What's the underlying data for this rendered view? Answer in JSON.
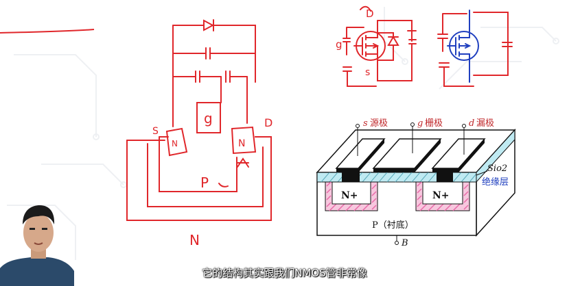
{
  "colors": {
    "ink_red": "#e0262a",
    "ink_blue": "#1f3fbf",
    "diagram_black": "#111111",
    "oxide_cyan": "#bfeaf2",
    "pink_region": "#e86aa8",
    "label_red": "#c0282b"
  },
  "sketch": {
    "s_label": "S",
    "d_label": "D",
    "g_label": "g",
    "left_n": "N",
    "right_n": "N",
    "p_label": "P",
    "bottom_n": "N"
  },
  "symbol_red": {
    "d_label": "D",
    "g_label": "g",
    "s_label": "s"
  },
  "mosfet": {
    "s_label": "s",
    "s_name": "源极",
    "g_label": "g",
    "g_name": "栅极",
    "d_label": "d",
    "d_name": "漏极",
    "oxide_label": "Sio2",
    "insulator_label": "绝缘层",
    "n_plus_left": "N+",
    "n_plus_right": "N+",
    "substrate_label": "P（衬底）",
    "b_label": "B"
  },
  "subtitle": "它的结构其实跟我们NMOS管非常像",
  "icons": [
    "person-webcam"
  ]
}
